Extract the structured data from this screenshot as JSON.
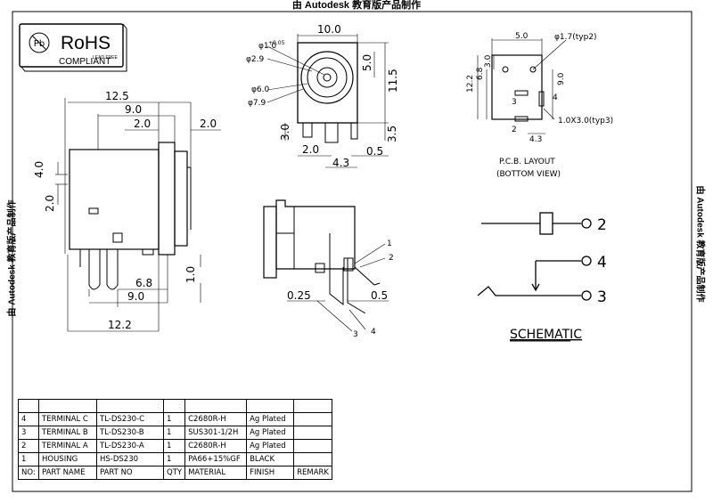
{
  "header": {
    "watermark": "由 Autodesk 教育版产品制作"
  },
  "side_watermarks": {
    "left": "由 Autodesk 教育版产品制作",
    "right": "由 Autodesk 教育版产品制作"
  },
  "rohs": {
    "title": "RoHS",
    "subtitle": "COMPLIANT",
    "lead": "LEAD FREE"
  },
  "front_view": {
    "width": "10.0",
    "hole1": "φ1.0",
    "hole1_tol": "+0.05",
    "hole2": "φ2.9",
    "hole3": "φ6.0",
    "hole4": "φ7.9",
    "h5": "5.0",
    "h11": "11.5",
    "h3": "3.0",
    "h35": "3.5",
    "w2": "2.0",
    "w43": "4.3",
    "w05": "0.5"
  },
  "side_view": {
    "w125": "12.5",
    "w90": "9.0",
    "w20a": "2.0",
    "w20b": "2.0",
    "h40": "4.0",
    "h20": "2.0",
    "w68": "6.8",
    "h10": "1.0",
    "w90b": "9.0",
    "w122": "12.2"
  },
  "pcb": {
    "w50": "5.0",
    "hole": "φ1.7(typ2)",
    "h68": "6.8",
    "h122": "12.2",
    "h30": "3.0",
    "h90": "9.0",
    "slot": "1.0X3.0(typ3)",
    "w43": "4.3",
    "p3": "3",
    "p4": "4",
    "p2": "2",
    "title": "P.C.B. LAYOUT",
    "subtitle": "(BOTTOM VIEW)"
  },
  "iso": {
    "l1": "1",
    "l2": "2",
    "l3": "3",
    "l4": "4",
    "t025": "0.25",
    "t05": "0.5"
  },
  "schematic": {
    "p2": "2",
    "p4": "4",
    "p3": "3",
    "title": "SCHEMATIC"
  },
  "bom": {
    "rows": [
      {
        "no": "4",
        "name": "TERMINAL C",
        "part": "TL-DS230-C",
        "qty": "1",
        "material": "C2680R-H",
        "finish": "Ag Plated",
        "remark": ""
      },
      {
        "no": "3",
        "name": "TERMINAL B",
        "part": "TL-DS230-B",
        "qty": "1",
        "material": "SUS301-1/2H",
        "finish": "Ag Plated",
        "remark": ""
      },
      {
        "no": "2",
        "name": "TERMINAL A",
        "part": "TL-DS230-A",
        "qty": "1",
        "material": "C2680R-H",
        "finish": "Ag Plated",
        "remark": ""
      },
      {
        "no": "1",
        "name": "HOUSING",
        "part": "HS-DS230",
        "qty": "1",
        "material": "PA66+15%GF",
        "finish": "BLACK",
        "remark": ""
      }
    ],
    "headers": {
      "no": "NO:",
      "name": "PART NAME",
      "part": "PART NO",
      "qty": "QTY",
      "material": "MATERIAL",
      "finish": "FINISH",
      "remark": "REMARK"
    }
  }
}
